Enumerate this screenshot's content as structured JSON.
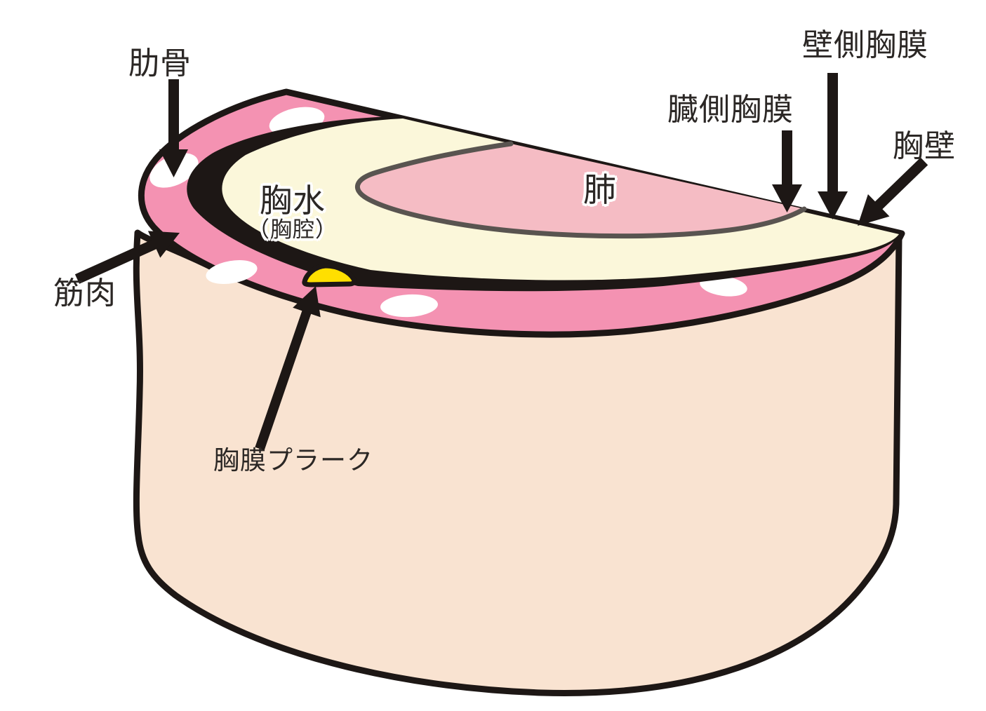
{
  "labels": {
    "rib": "肋骨",
    "muscle": "筋肉",
    "pleural_fluid": "胸水",
    "pleural_cavity_paren": "（胸腔）",
    "lung": "肺",
    "visceral_pleura": "臓側胸膜",
    "parietal_pleura": "壁側胸膜",
    "chest_wall": "胸壁",
    "pleural_plaque": "胸膜プラーク"
  },
  "colors": {
    "outline": "#1d1715",
    "muscle_pink": "#f492b2",
    "lung_pink": "#f5bcc4",
    "fluid_cream": "#fbf7da",
    "body_skin": "#f9e3d1",
    "plaque_yellow": "#ffdf00",
    "pleura_gray": "#595450",
    "rib_white": "#ffffff",
    "arrow_black": "#1d1715",
    "background": "#ffffff"
  }
}
